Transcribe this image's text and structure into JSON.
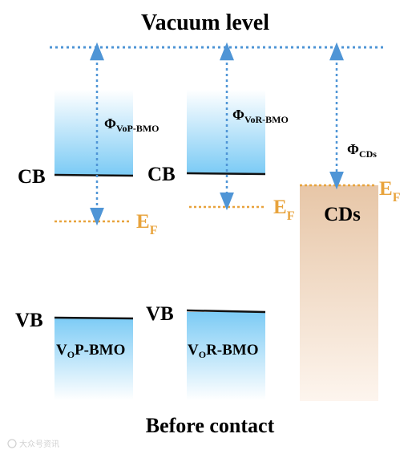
{
  "title": "Vacuum level",
  "caption": "Before contact",
  "watermark": "大众号资讯",
  "colors": {
    "fermi": "#e8a33c",
    "arrow": "#4f95d6",
    "band_top": "#ffffff",
    "band_bottom": "#7ccbf5",
    "cds_top": "#e7c6a7",
    "cds_bottom": "#fdf5ee",
    "edge": "#111111"
  },
  "materials": {
    "vop": {
      "cb_label": "CB",
      "vb_label": "VB",
      "name_prefix": "V",
      "name_sub": "O",
      "name_suffix": "P-BMO",
      "phi_symbol": "Φ",
      "phi_sub": "VoP-BMO",
      "ef_main": "E",
      "ef_sub": "F"
    },
    "vor": {
      "cb_label": "CB",
      "vb_label": "VB",
      "name_prefix": "V",
      "name_sub": "O",
      "name_suffix": "R-BMO",
      "phi_symbol": "Φ",
      "phi_sub": "VoR-BMO",
      "ef_main": "E",
      "ef_sub": "F"
    },
    "cds": {
      "name": "CDs",
      "phi_symbol": "Φ",
      "phi_sub": "CDs",
      "ef_main": "E",
      "ef_sub": "F"
    }
  }
}
